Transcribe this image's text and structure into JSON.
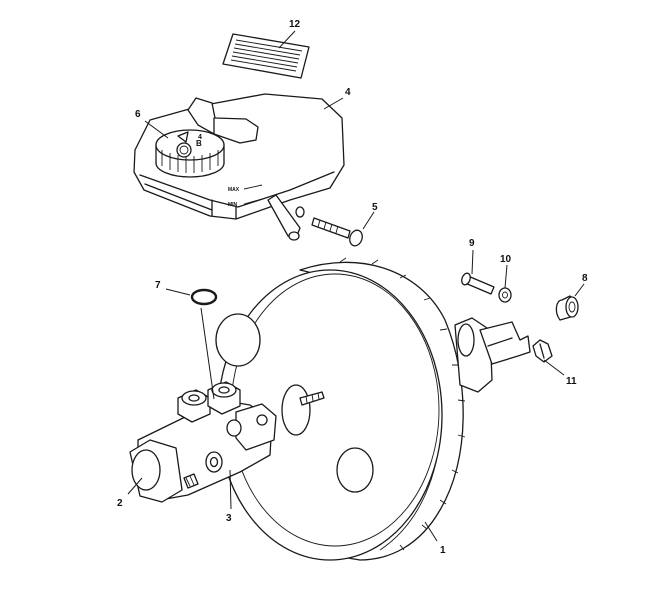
{
  "callouts": [
    {
      "id": "c1",
      "label": "1"
    },
    {
      "id": "c2",
      "label": "2"
    },
    {
      "id": "c3",
      "label": "3"
    },
    {
      "id": "c4",
      "label": "4"
    },
    {
      "id": "c5",
      "label": "5"
    },
    {
      "id": "c6",
      "label": "6"
    },
    {
      "id": "c7",
      "label": "7"
    },
    {
      "id": "c8",
      "label": "8"
    },
    {
      "id": "c9",
      "label": "9"
    },
    {
      "id": "c10",
      "label": "10"
    },
    {
      "id": "c11",
      "label": "11"
    },
    {
      "id": "c12",
      "label": "12"
    }
  ],
  "reservoir_marks": {
    "max": "MAX",
    "min": "MIN"
  }
}
